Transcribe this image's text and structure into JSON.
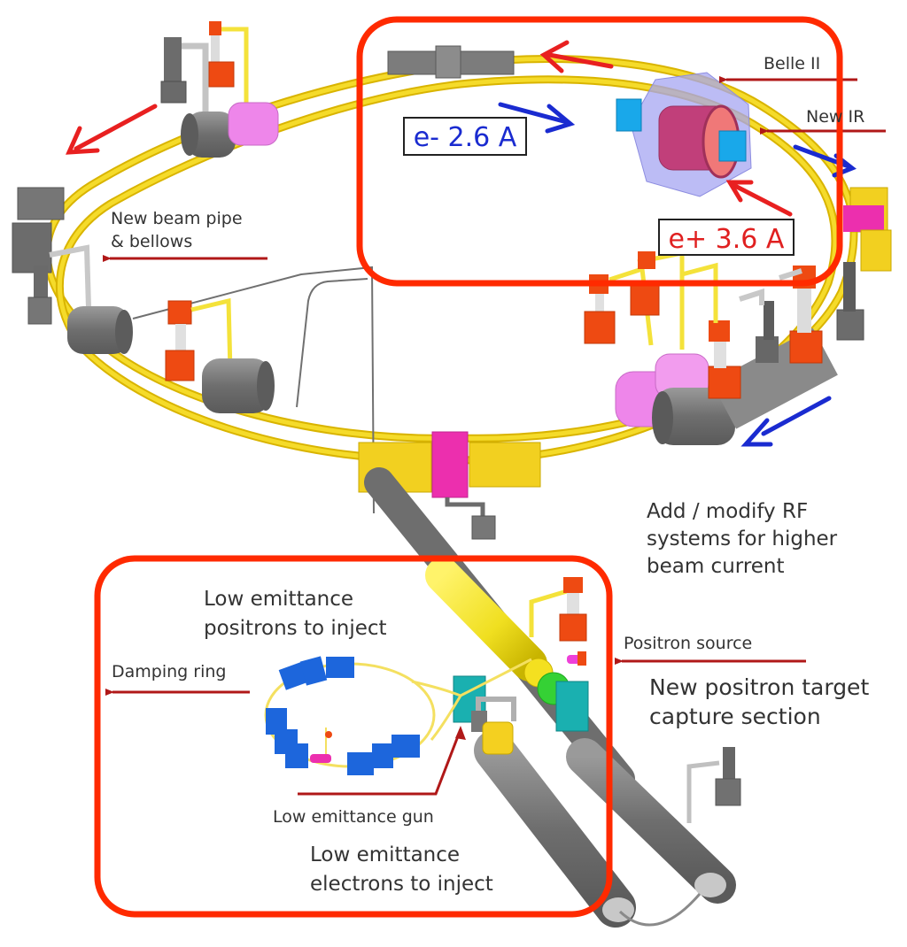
{
  "title": "SuperKEKB accelerator upgrade overview",
  "colors": {
    "highlight_box": "#ff2a00",
    "pointer_arrow": "#b01818",
    "electron_beam": "#1a2bd0",
    "positron_beam": "#e82020",
    "beam_pipe": "#f2cf1a",
    "magnet_grey": "#7a7a7a",
    "magnet_red": "#f0450f",
    "rf_pink": "#ee80e8",
    "detector_purple": "#9c9cf0",
    "damping_ring_blue": "#1760e0"
  },
  "labels": {
    "belle2": "Belle II",
    "new_ir": "New IR",
    "electron_current": "e- 2.6 A",
    "positron_current": "e+ 3.6 A",
    "beam_pipe_line1": "New beam pipe",
    "beam_pipe_line2": "& bellows",
    "rf_line1": "Add / modify RF",
    "rf_line2": "systems for higher",
    "rf_line3": "beam current",
    "positrons_line1": "Low emittance",
    "positrons_line2": "positrons to inject",
    "damping_ring": "Damping ring",
    "positron_source": "Positron source",
    "target_line1": "New positron target",
    "target_line2": "capture section",
    "gun": "Low emittance gun",
    "electrons_line1": "Low emittance",
    "electrons_line2": "electrons to inject"
  },
  "icons": {
    "beam_direction_arrow": "open-chevron-arrow",
    "callout_arrow": "thin-pointer-arrow"
  }
}
